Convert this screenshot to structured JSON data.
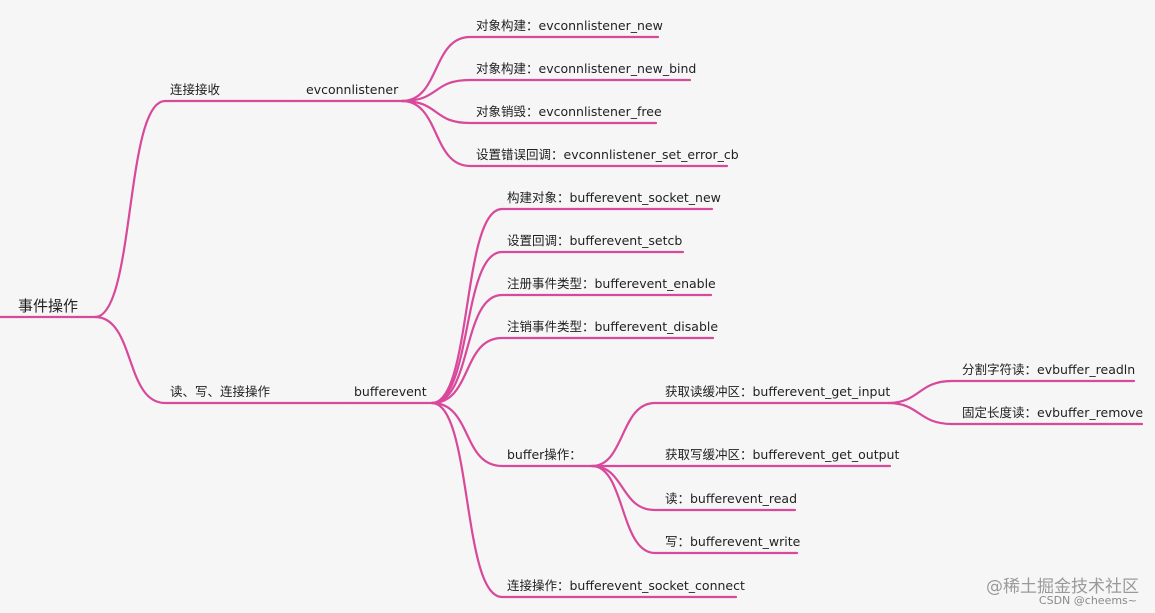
{
  "root": "事件操作",
  "branches": [
    {
      "label": "连接接收",
      "child": {
        "label": "evconnlistener",
        "items": [
          "对象构建：evconnlistener_new",
          "对象构建：evconnlistener_new_bind",
          "对象销毁：evconnlistener_free",
          "设置错误回调：evconnlistener_set_error_cb"
        ]
      }
    },
    {
      "label": "读、写、连接操作",
      "child": {
        "label": "bufferevent",
        "items": [
          "构建对象：bufferevent_socket_new",
          "设置回调：bufferevent_setcb",
          "注册事件类型：bufferevent_enable",
          "注销事件类型：bufferevent_disable",
          "buffer操作：",
          "连接操作：bufferevent_socket_connect"
        ],
        "buffer_ops": [
          "获取读缓冲区：bufferevent_get_input",
          "获取写缓冲区：bufferevent_get_output",
          "读：bufferevent_read",
          "写：bufferevent_write"
        ],
        "input_ops": [
          "分割字符读：evbuffer_readln",
          "固定长度读：evbuffer_remove"
        ]
      }
    }
  ],
  "colors": {
    "line": "#d8489b",
    "text": "#1f1f1f",
    "background": "#f6f6f6"
  },
  "watermark": {
    "line1": "@稀土掘金技术社区",
    "line2": "CSDN @cheems~"
  }
}
